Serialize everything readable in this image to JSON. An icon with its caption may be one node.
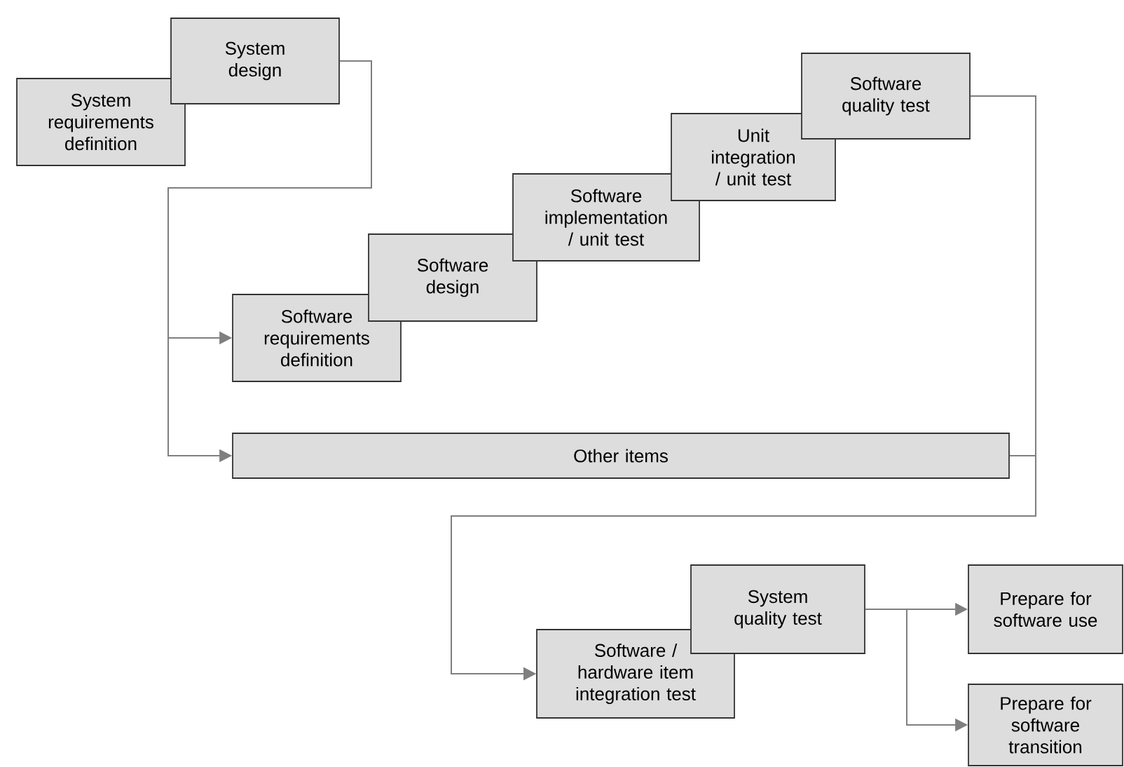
{
  "diagram": {
    "nodes": [
      {
        "text": [
          "System requirements definition"
        ]
      },
      {
        "text": [
          "System design"
        ]
      },
      {
        "text": [
          "Software requirements definition"
        ]
      },
      {
        "text": [
          "Software design"
        ]
      },
      {
        "text": [
          "Software implementation / unit test"
        ]
      },
      {
        "text": [
          "Unit integration / unit test"
        ]
      },
      {
        "text": [
          "Software quality test"
        ]
      },
      {
        "text": [
          "Other items"
        ]
      },
      {
        "text": [
          "Software / hardware item integration test"
        ]
      },
      {
        "text": [
          "System quality test"
        ]
      },
      {
        "text": [
          "Prepare for software use"
        ]
      },
      {
        "text": [
          "Prepare for software transition"
        ]
      }
    ],
    "edges": [
      {
        "from": 1,
        "to": 2,
        "arrow": "to"
      },
      {
        "from": 1,
        "to": 7,
        "arrow": "to"
      },
      {
        "from": 6,
        "to": 8,
        "arrow": "to"
      },
      {
        "from": 7,
        "to": 8,
        "arrow": "to"
      },
      {
        "from": 9,
        "to": 10,
        "arrow": "to"
      },
      {
        "from": 9,
        "to": 11,
        "arrow": "to"
      }
    ]
  }
}
